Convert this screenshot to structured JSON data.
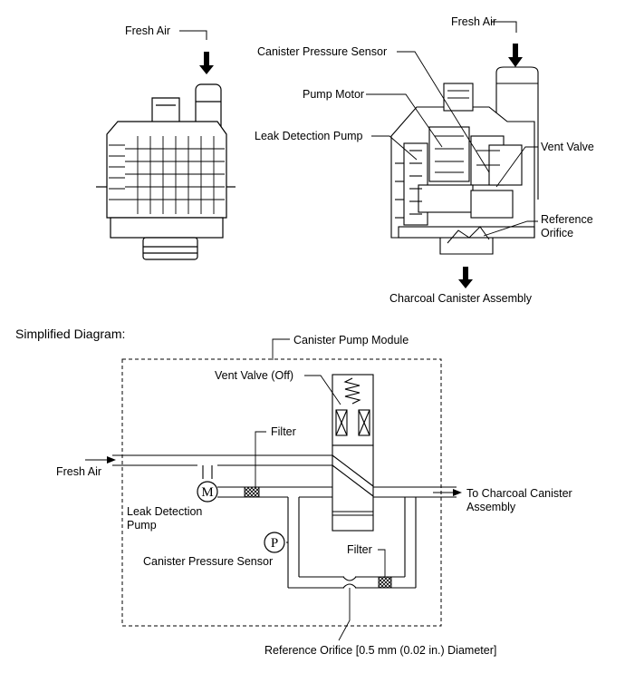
{
  "exterior_view": {
    "fresh_air_label": "Fresh Air"
  },
  "cutaway_view": {
    "fresh_air_label": "Fresh Air",
    "canister_pressure_sensor_label": "Canister Pressure Sensor",
    "pump_motor_label": "Pump Motor",
    "leak_detection_pump_label": "Leak Detection Pump",
    "vent_valve_label": "Vent Valve",
    "reference_orifice_line1": "Reference",
    "reference_orifice_line2": "Orifice",
    "charcoal_canister_label": "Charcoal Canister Assembly"
  },
  "simplified": {
    "heading": "Simplified Diagram:",
    "module_label": "Canister Pump Module",
    "vent_valve_label": "Vent Valve (Off)",
    "filter_top_label": "Filter",
    "fresh_air_label": "Fresh Air",
    "motor_symbol": "M",
    "leak_pump_line1": "Leak Detection",
    "leak_pump_line2": "Pump",
    "pressure_symbol": "P",
    "pressure_sensor_label": "Canister Pressure Sensor",
    "filter_bottom_label": "Filter",
    "to_canister_line1": "To Charcoal Canister",
    "to_canister_line2": "Assembly",
    "orifice_label": "Reference Orifice [0.5 mm (0.02 in.) Diameter]"
  }
}
